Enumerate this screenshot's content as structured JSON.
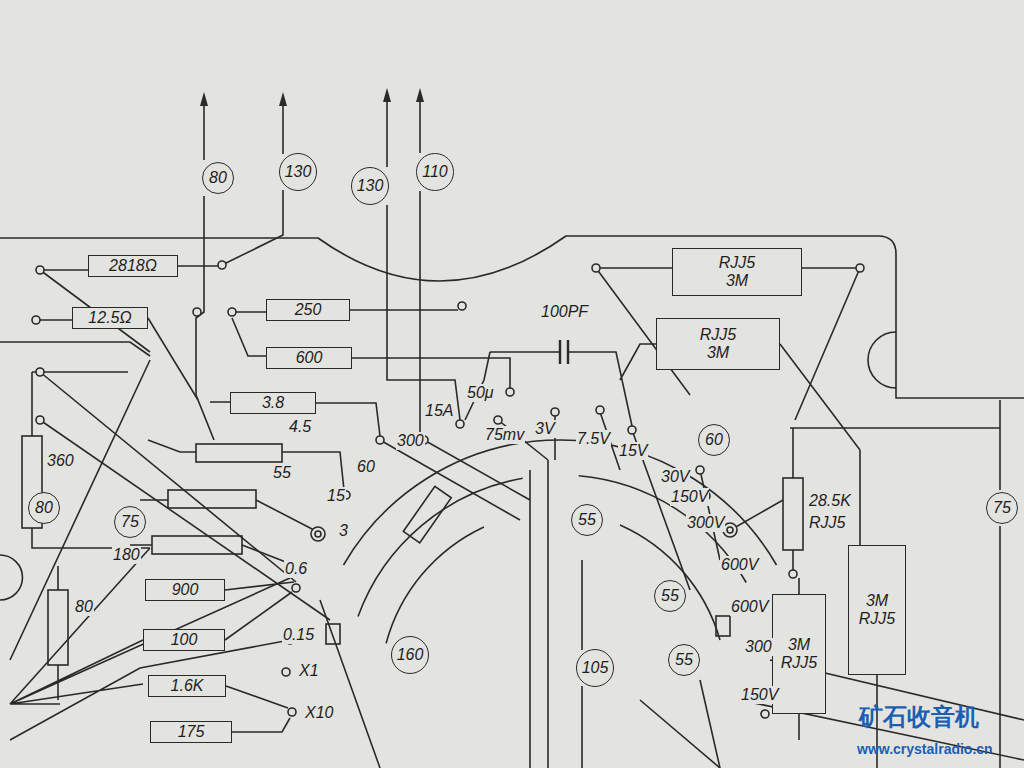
{
  "diagram": {
    "nodes": [
      {
        "text": [
          "80"
        ]
      },
      {
        "text": [
          "130"
        ]
      },
      {
        "text": [
          "130"
        ]
      },
      {
        "text": [
          "110"
        ]
      },
      {
        "text": [
          "2818Ω"
        ]
      },
      {
        "text": [
          "RJJ5 3M"
        ]
      },
      {
        "text": [
          "12.5Ω"
        ]
      },
      {
        "text": [
          "250"
        ]
      },
      {
        "text": [
          "600"
        ]
      },
      {
        "text": [
          "RJJ5 3M"
        ]
      },
      {
        "text": [
          "3.8"
        ]
      },
      {
        "text": [
          "60"
        ]
      },
      {
        "text": [
          "80"
        ]
      },
      {
        "text": [
          "75"
        ]
      },
      {
        "text": [
          "55"
        ]
      },
      {
        "text": [
          "75"
        ]
      },
      {
        "text": [
          "55"
        ]
      },
      {
        "text": [
          "900"
        ]
      },
      {
        "text": [
          "55"
        ]
      },
      {
        "text": [
          "160"
        ]
      },
      {
        "text": [
          "100"
        ]
      },
      {
        "text": [
          "105"
        ]
      },
      {
        "text": [
          "1.6K"
        ]
      },
      {
        "text": [
          "3M RJJ5"
        ]
      },
      {
        "text": [
          "3M RJJ5"
        ]
      },
      {
        "text": [
          "175"
        ]
      }
    ],
    "labels": [
      "100PF",
      "15A",
      "50μ",
      "75mv",
      "3V",
      "7.5V",
      "15V",
      "30V",
      "150V",
      "300V",
      "600V",
      "600V",
      "300",
      "150V",
      "300",
      "60",
      "15",
      "3",
      "0.6",
      "0.15",
      "X1",
      "X10",
      "4.5",
      "55",
      "180",
      "360",
      "80",
      "28.5K",
      "RJJ5",
      "矿石收音机",
      "www.crystalradio.cn"
    ]
  }
}
